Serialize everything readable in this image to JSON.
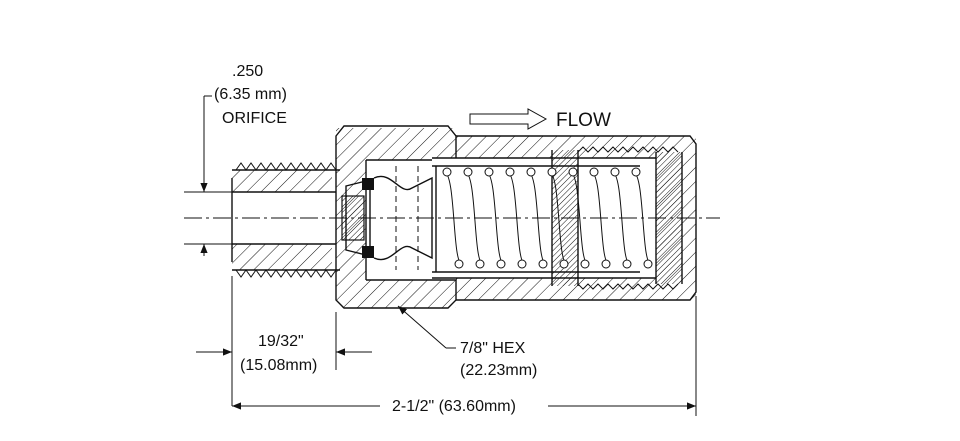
{
  "orifice": {
    "line1": ".250",
    "line2": "(6.35 mm)",
    "line3": "ORIFICE"
  },
  "flow": {
    "label": "FLOW"
  },
  "thread_length": {
    "line1": "19/32\"",
    "line2": "(15.08mm)"
  },
  "hex": {
    "line1": "7/8\" HEX",
    "line2": "(22.23mm)"
  },
  "overall_length": {
    "label": "2-1/2\" (63.60mm)"
  },
  "colors": {
    "line": "#111111",
    "background": "#ffffff"
  }
}
